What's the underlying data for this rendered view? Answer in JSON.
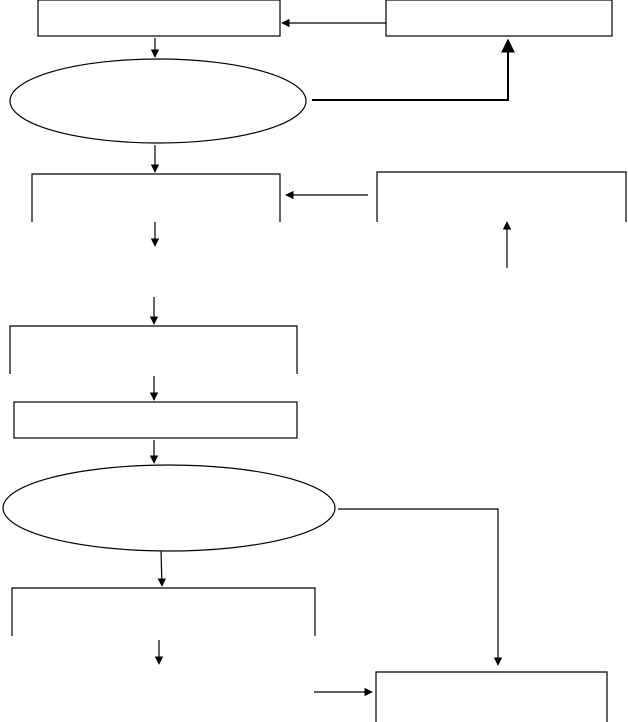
{
  "diagram": {
    "type": "flowchart",
    "line_color": "#000000",
    "background": "#ffffff",
    "nodes": [
      {
        "id": "box-top-left",
        "shape": "rectangle",
        "label": ""
      },
      {
        "id": "box-top-right",
        "shape": "rectangle",
        "label": ""
      },
      {
        "id": "decision-1",
        "shape": "ellipse",
        "label": ""
      },
      {
        "id": "box-mid-left",
        "shape": "open-rectangle",
        "label": ""
      },
      {
        "id": "box-mid-right",
        "shape": "open-rectangle",
        "label": ""
      },
      {
        "id": "box-process-1",
        "shape": "rectangle",
        "label": ""
      },
      {
        "id": "box-process-2",
        "shape": "rectangle",
        "label": ""
      },
      {
        "id": "decision-2",
        "shape": "ellipse",
        "label": ""
      },
      {
        "id": "box-bottom-left",
        "shape": "rectangle",
        "label": ""
      },
      {
        "id": "box-bottom-right",
        "shape": "open-rectangle",
        "label": ""
      }
    ],
    "edges": [
      {
        "id": "edge-top-right-to-top-left",
        "from": "box-top-right",
        "to": "box-top-left"
      },
      {
        "id": "edge-top-left-to-decision-1",
        "from": "box-top-left",
        "to": "decision-1"
      },
      {
        "id": "edge-decision-1-to-top-right",
        "from": "decision-1",
        "to": "box-top-right"
      },
      {
        "id": "edge-decision-1-to-mid-left",
        "from": "decision-1",
        "to": "box-mid-left"
      },
      {
        "id": "edge-mid-right-to-mid-left",
        "from": "box-mid-right",
        "to": "box-mid-left"
      },
      {
        "id": "edge-stub-up-to-mid-right",
        "from": "",
        "to": "box-mid-right"
      },
      {
        "id": "edge-stub-mid-left-down",
        "from": "box-mid-left",
        "to": ""
      },
      {
        "id": "edge-stub-down-to-process-1",
        "from": "",
        "to": "box-process-1"
      },
      {
        "id": "edge-process-1-to-process-2",
        "from": "box-process-1",
        "to": "box-process-2"
      },
      {
        "id": "edge-process-2-to-decision-2",
        "from": "box-process-2",
        "to": "decision-2"
      },
      {
        "id": "edge-decision-2-to-bottom-left",
        "from": "decision-2",
        "to": "box-bottom-left"
      },
      {
        "id": "edge-decision-2-to-bottom-right",
        "from": "decision-2",
        "to": "box-bottom-right"
      },
      {
        "id": "edge-stub-bottom-left-down",
        "from": "box-bottom-left",
        "to": ""
      },
      {
        "id": "edge-stub-to-bottom-right",
        "from": "",
        "to": "box-bottom-right"
      }
    ]
  }
}
